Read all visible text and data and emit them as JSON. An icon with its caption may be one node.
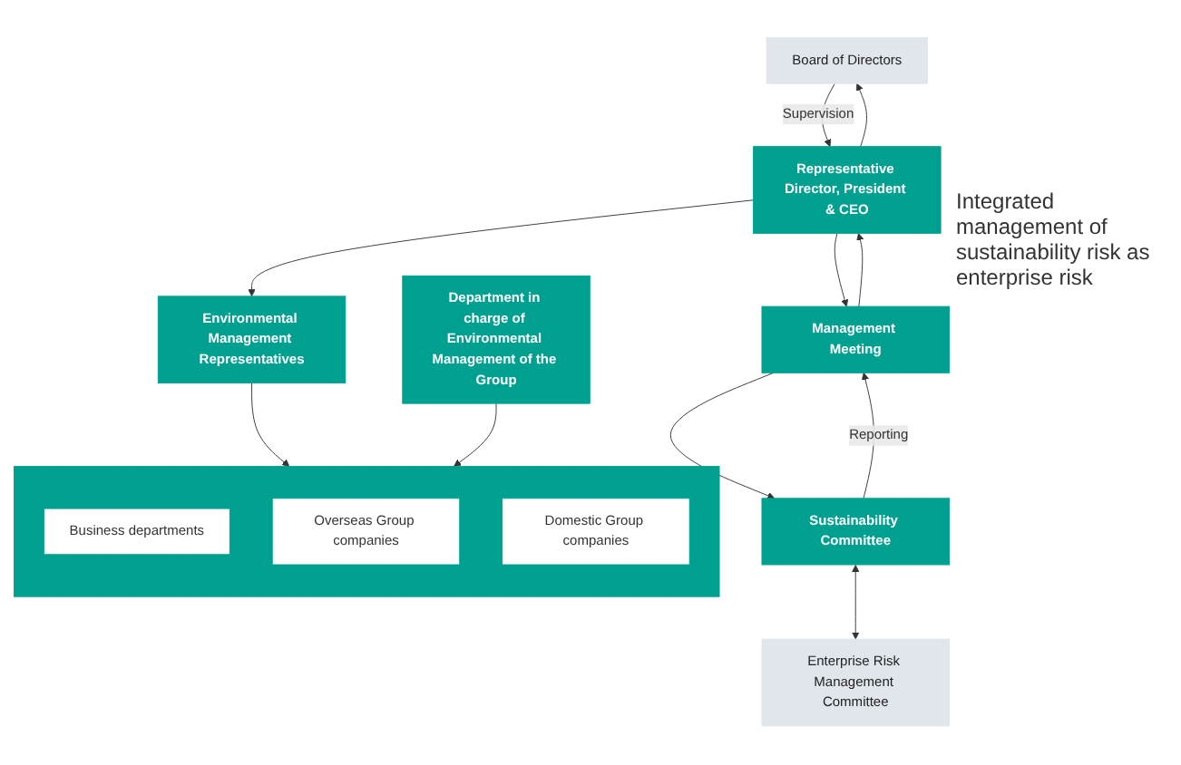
{
  "diagram": {
    "nodes": [
      {
        "text": [
          "Board of Directors"
        ]
      },
      {
        "text": [
          "Representative Director, President & CEO"
        ]
      },
      {
        "text": [
          "Environmental Management Representatives"
        ]
      },
      {
        "text": [
          "Management Meeting"
        ]
      },
      {
        "text": [
          "Department in charge of Environmental Management of the Group"
        ]
      },
      {
        "text": [
          "Sustainability Committee"
        ]
      },
      {
        "text": [],
        "shape": "box"
      },
      {
        "text": [
          "Business departments"
        ],
        "in": 6
      },
      {
        "text": [
          "Overseas Group companies"
        ],
        "in": 6
      },
      {
        "text": [
          "Domestic Group companies"
        ],
        "in": 6
      },
      {
        "text": [
          "Enterprise Risk Management Committee"
        ]
      }
    ],
    "edges": [
      {
        "from": 0,
        "to": 1,
        "arrow": "to",
        "label": "Supervision"
      },
      {
        "from": 1,
        "to": 0,
        "arrow": "to"
      },
      {
        "from": 1,
        "to": 2,
        "arrow": "to"
      },
      {
        "from": 1,
        "to": 3,
        "arrow": "to"
      },
      {
        "from": 3,
        "to": 1,
        "arrow": "to"
      },
      {
        "from": 3,
        "to": 5,
        "arrow": "to"
      },
      {
        "from": 5,
        "to": 3,
        "arrow": "to",
        "label": "Reporting"
      },
      {
        "from": 5,
        "to": 10,
        "arrow": "both"
      },
      {
        "from": 2,
        "to": 6,
        "arrow": "to"
      },
      {
        "from": 4,
        "to": 6,
        "arrow": "to"
      }
    ],
    "labels": [
      "Integrated management of sustainability risk as enterprise risk"
    ]
  }
}
